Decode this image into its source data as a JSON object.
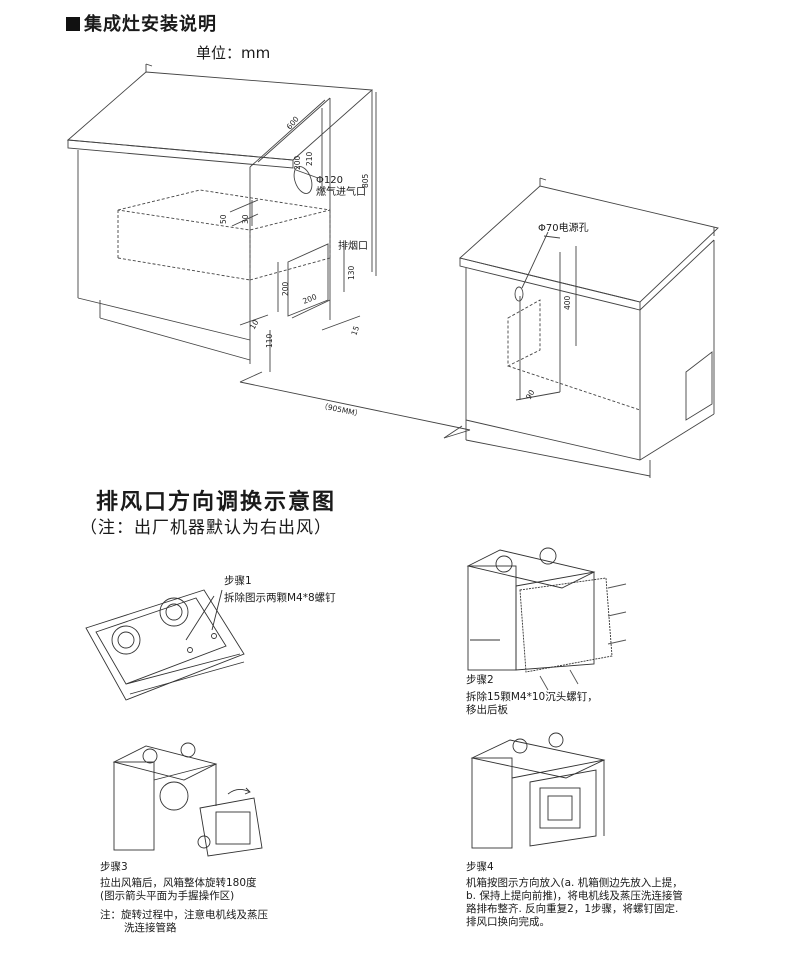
{
  "title1": "集成灶安装说明",
  "unit": "单位：mm",
  "dims": {
    "d600": "600",
    "d805": "805",
    "d200a": "200",
    "d210": "210",
    "d50": "50",
    "d30": "30",
    "d130": "130",
    "d200b": "200",
    "d200c": "200",
    "d15": "15",
    "d10": "10",
    "d110": "110",
    "d905": "（905MM）",
    "d400": "400",
    "d90": "90"
  },
  "labels": {
    "gas_dia": "Φ120",
    "gas_inlet": "燃气进气口",
    "exhaust": "排烟口",
    "power": "Φ70电源孔"
  },
  "title2": "排风口方向调换示意图",
  "note": "（注：出厂机器默认为右出风）",
  "steps": {
    "s1_title": "步骤1",
    "s1_text": "拆除图示两颗M4*8螺钉",
    "s2_title": "步骤2",
    "s2_line1": "拆除15颗M4*10沉头螺钉，",
    "s2_line2": "移出后板",
    "s3_title": "步骤3",
    "s3_line1": "拉出风箱后，风箱整体旋转180度",
    "s3_line2": "(图示箭头平面为手握操作区)",
    "s3_note1": "注：旋转过程中，注意电机线及蒸压",
    "s3_note2": "洗连接管路",
    "s4_title": "步骤4",
    "s4_line1": "机箱按图示方向放入(a. 机箱侧边先放入上提，",
    "s4_line2": "b. 保持上提向前推)，将电机线及蒸压洗连接管",
    "s4_line3": "路排布整齐. 反向重复2，1步骤，将螺钉固定.",
    "s4_line4": "排风口换向完成。"
  }
}
